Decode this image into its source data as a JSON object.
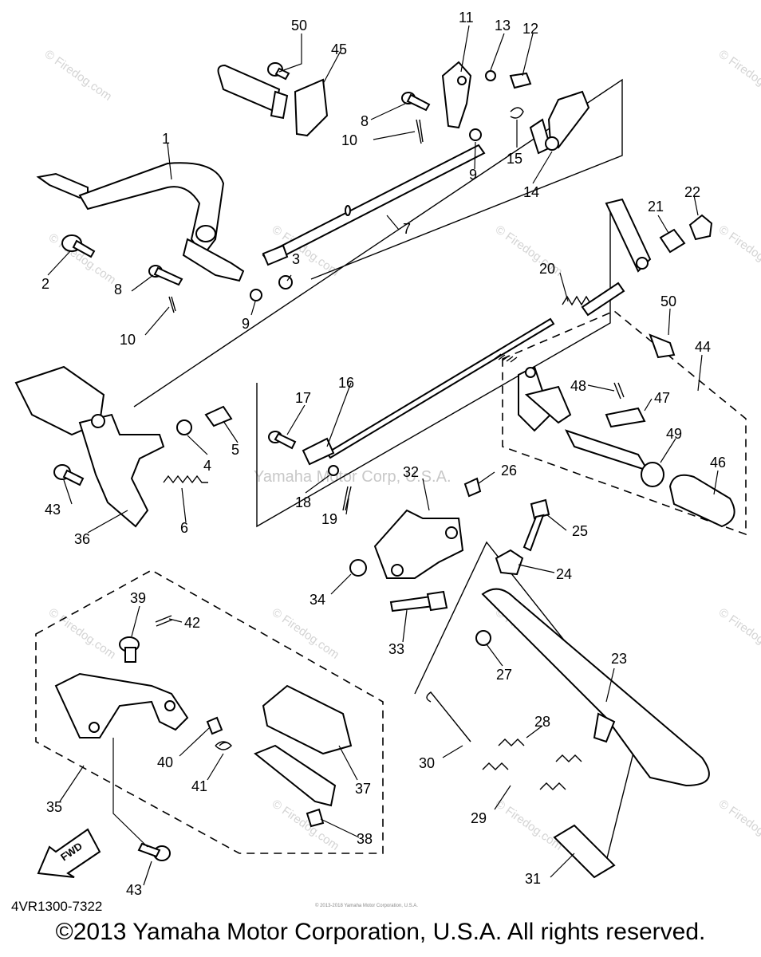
{
  "diagram": {
    "code": "4VR1300-7322",
    "copyright": "©2013 Yamaha Motor Corporation, U.S.A. All rights reserved.",
    "tiny_notice": "© 2013-2018 Yamaha Motor Corporation, U.S.A.",
    "center_watermark": "Yamaha Motor Corp, U.S.A.",
    "watermark_text": "© Firedog.com",
    "fwd_label": "FWD",
    "callouts": [
      "50",
      "45",
      "11",
      "13",
      "12",
      "8",
      "10",
      "1",
      "9",
      "15",
      "14",
      "22",
      "21",
      "7",
      "2",
      "3",
      "8",
      "9",
      "10",
      "20",
      "50",
      "44",
      "16",
      "17",
      "48",
      "47",
      "4",
      "5",
      "49",
      "46",
      "43",
      "36",
      "6",
      "18",
      "19",
      "32",
      "26",
      "25",
      "24",
      "34",
      "39",
      "42",
      "33",
      "27",
      "23",
      "28",
      "40",
      "41",
      "30",
      "37",
      "35",
      "29",
      "38",
      "43",
      "31"
    ]
  }
}
